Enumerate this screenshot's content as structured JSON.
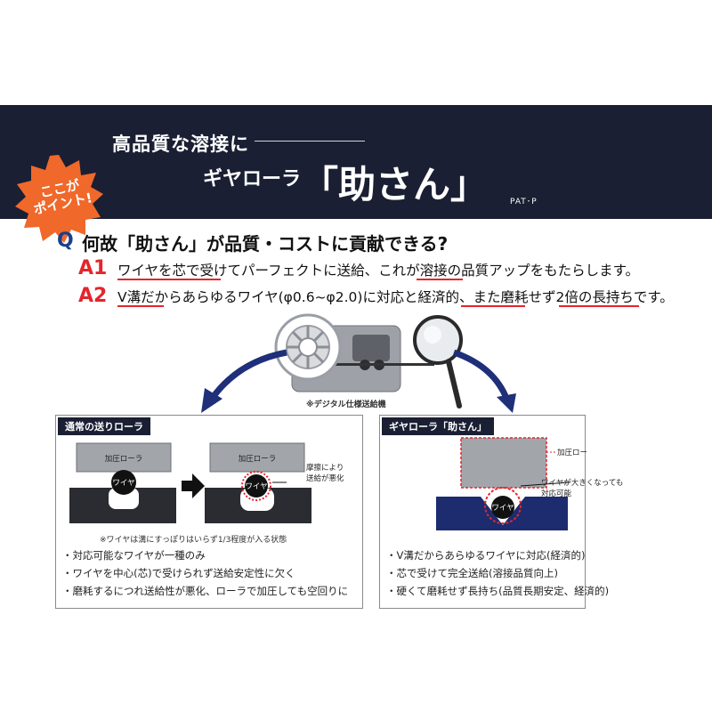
{
  "header": {
    "headline_top": "高品質な溶接に",
    "product_prefix": "ギヤローラ",
    "product_name": "「助さん」",
    "patent_mark": "PAT･P"
  },
  "point_badge": {
    "line1": "ここが",
    "line2": "ポイント!"
  },
  "qa": {
    "q_letter": "Q",
    "question": "何故「助さん」が品質・コストに貢献できる?",
    "a1_letter": "A1",
    "a1_text": "ワイヤを芯で受けてパーフェクトに送給、これが溶接の品質アップをもたらします。",
    "a2_letter": "A2",
    "a2_text": "V溝だからあらゆるワイヤ(φ0.6~φ2.0)に対応と経済的、また磨耗せず2倍の長持ちです。"
  },
  "illustration": {
    "caption": "※デジタル仕様送給機"
  },
  "left_panel": {
    "title": "通常の送りローラ",
    "pressure_roller_label_1": "加圧ローラ",
    "pressure_roller_label_2": "加圧ローラ",
    "wire_label_1": "ワイヤ",
    "wire_label_2": "ワイヤ",
    "wear_note_line1": "摩擦により",
    "wear_note_line2": "送給が悪化",
    "note": "※ワイヤは溝にすっぽりはいらず1/3程度が入る状態",
    "bullets": [
      "・対応可能なワイヤが一種のみ",
      "・ワイヤを中心(芯)で受けられず送給安定性に欠く",
      "・磨耗するにつれ送給性が悪化、ローラで加圧しても空回りに"
    ]
  },
  "right_panel": {
    "title": "ギヤローラ「助さん」",
    "pressure_roller_label": "加圧ローラ",
    "wire_label": "ワイヤ",
    "callout_line1": "ワイヤが大きくなっても",
    "callout_line2": "対応可能",
    "bullets": [
      "・V溝だからあらゆるワイヤに対応(経済的)",
      "・芯で受けて完全送給(溶接品質向上)",
      "・硬くて磨耗せず長持ち(品質長期安定、経済的)"
    ]
  },
  "colors": {
    "banner": "#1a1f33",
    "accent_red": "#e2262d",
    "q_blue": "#1c3f8a",
    "badge_orange": "#f0682a"
  }
}
